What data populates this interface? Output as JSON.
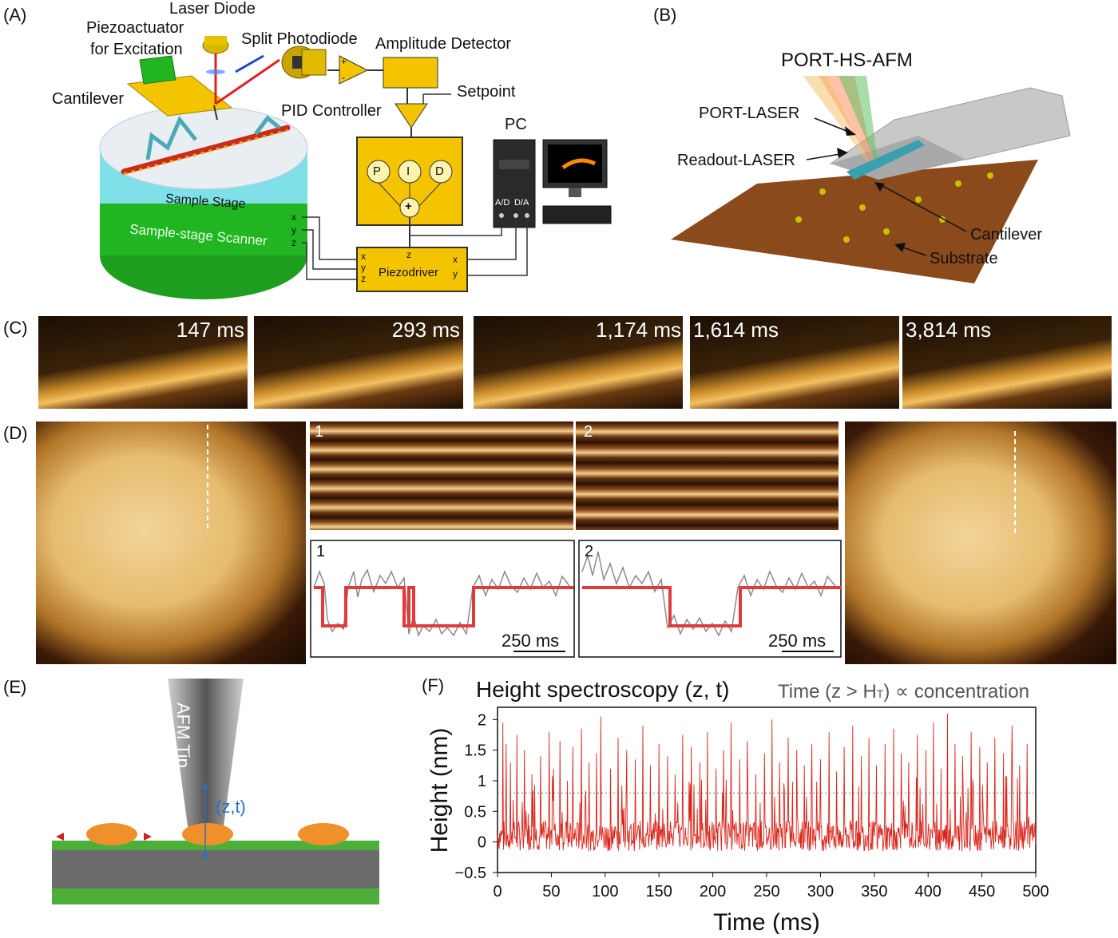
{
  "panels": {
    "a": "(A)",
    "b": "(B)",
    "c": "(C)",
    "d": "(D)",
    "e": "(E)",
    "f": "(F)"
  },
  "panel_a": {
    "laser_diode": "Laser Diode",
    "piezoactuator_line1": "Piezoactuator",
    "piezoactuator_line2": "for Excitation",
    "split_photodiode": "Split Photodiode",
    "amplitude_detector": "Amplitude Detector",
    "cantilever": "Cantilever",
    "setpoint": "Setpoint",
    "pid_controller": "PID Controller",
    "pc": "PC",
    "p": "P",
    "i": "I",
    "d": "D",
    "ad": "A/D",
    "da": "D/A",
    "sample_stage": "Sample Stage",
    "sample_stage_scanner": "Sample-stage Scanner",
    "piezodriver": "Piezodriver",
    "x": "x",
    "y": "y",
    "z": "z",
    "plus": "+",
    "minus": "-",
    "sum": "+"
  },
  "panel_b": {
    "title": "PORT-HS-AFM",
    "port_laser": "PORT-LASER",
    "readout_laser": "Readout-LASER",
    "cantilever": "Cantilever",
    "substrate": "Substrate"
  },
  "panel_c": {
    "frames": [
      "147 ms",
      "293 ms",
      "1,174 ms",
      "1,614 ms",
      "3,814 ms"
    ]
  },
  "panel_d": {
    "kymo_1": "1",
    "kymo_2": "2",
    "trace_1": "1",
    "trace_2": "2",
    "scale_1": "250 ms",
    "scale_2": "250 ms"
  },
  "panel_e": {
    "tip": "AFM Tip",
    "zt": "(z,t)"
  },
  "panel_f": {
    "title": "Height spectroscopy (z, t)",
    "subtitle": "Time (z > H",
    "subtitle_sub": "T",
    "subtitle_end": ") ∝ concentration"
  },
  "colors": {
    "yellow": "#f5c400",
    "green": "#1fb31f",
    "cyan": "#7fe0e8",
    "trace_red": "#d9261c",
    "step_red": "#e23b3b",
    "trace_gray": "#8a8a8a"
  },
  "chart_data": {
    "type": "line",
    "title": "",
    "xlabel": "Time (ms)",
    "ylabel": "Height (nm)",
    "xlim": [
      0,
      500
    ],
    "ylim": [
      -0.5,
      2.2
    ],
    "xticks": [
      0,
      50,
      100,
      150,
      200,
      250,
      300,
      350,
      400,
      450,
      500
    ],
    "yticks": [
      -0.5,
      0,
      0.5,
      1,
      1.5,
      2
    ],
    "ytick_labels": [
      "−0.5",
      "0",
      "0.5",
      "1",
      "1.5",
      "2"
    ],
    "threshold": 0.8,
    "baseline_mean": 0.1,
    "baseline_noise": 0.25,
    "spikes_ms": [
      5,
      8,
      12,
      18,
      25,
      32,
      40,
      48,
      52,
      58,
      65,
      70,
      78,
      85,
      92,
      96,
      105,
      112,
      120,
      128,
      135,
      142,
      150,
      158,
      165,
      172,
      180,
      188,
      195,
      203,
      210,
      217,
      225,
      232,
      240,
      248,
      255,
      262,
      270,
      278,
      285,
      292,
      300,
      308,
      315,
      322,
      330,
      338,
      345,
      352,
      360,
      368,
      375,
      382,
      390,
      398,
      405,
      412,
      418,
      425,
      432,
      440,
      448,
      455,
      462,
      470,
      478,
      485,
      492
    ],
    "spike_heights": [
      1.95,
      1.6,
      1.3,
      1.75,
      1.5,
      1.1,
      1.4,
      1.8,
      1.2,
      1.65,
      1.0,
      1.55,
      1.85,
      1.3,
      1.45,
      2.05,
      1.2,
      1.7,
      1.5,
      1.35,
      1.9,
      1.25,
      1.6,
      1.4,
      1.1,
      1.75,
      1.55,
      1.3,
      1.8,
      1.2,
      1.5,
      1.95,
      1.35,
      1.65,
      1.1,
      1.45,
      2.0,
      1.3,
      1.7,
      1.5,
      1.25,
      1.6,
      1.35,
      1.8,
      1.15,
      1.55,
      1.9,
      1.4,
      1.7,
      1.25,
      1.6,
      1.85,
      1.45,
      1.3,
      1.75,
      1.5,
      1.95,
      1.2,
      2.1,
      1.6,
      1.4,
      1.8,
      1.55,
      1.3,
      1.7,
      1.45,
      1.9,
      1.25,
      1.6
    ]
  }
}
